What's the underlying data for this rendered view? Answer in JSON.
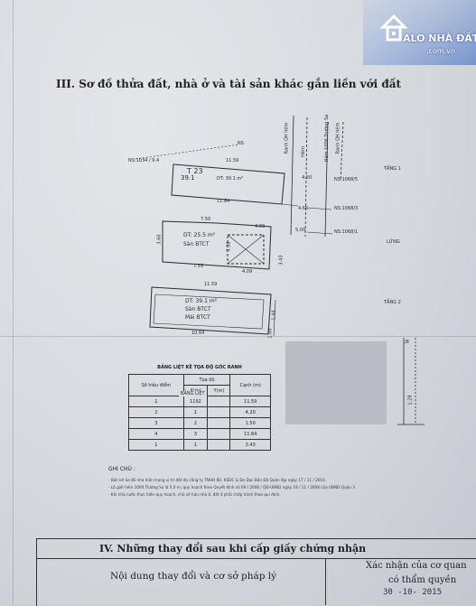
{
  "logo": {
    "brand": "ALO NHÀ ĐẤT",
    "domain": ".com.vn",
    "icon": "house-icon"
  },
  "section_title": "III. Sơ đồ thửa đất, nhà ở và tài sản khác gắn liền với đất",
  "plan": {
    "top_label": "NS",
    "lot_label": "T 23",
    "lot_value": "39.1",
    "dims": [
      "11.59",
      "4.20",
      "11.64",
      "4.65",
      "5.00",
      "3.60",
      "7.50",
      "4.09",
      "7.55",
      "4.09",
      "3.43",
      "11.59",
      "10.64",
      "1.00",
      "1.44"
    ],
    "neighbors": [
      "NS:1034 / 9.4",
      "NS:1068/5",
      "NS:1068/3",
      "NS:1068/1"
    ],
    "streets": [
      "Ranh QH hẻm",
      "Hẻm",
      "Hẻm 1006 Trường Sa",
      "Ranh QH hẻm"
    ],
    "floor_labels": [
      "TẦNG 1",
      "LỬNG",
      "TẦNG 2"
    ],
    "floor1": {
      "dt": "DT: 39.1 m²"
    },
    "mezz": {
      "dt": "DT: 25.5 m²",
      "san": "Sàn BTCT",
      "inner": "3.38"
    },
    "floor2": {
      "dt": "DT: 39.1 m²",
      "san": "Sàn BTCT",
      "mai": "Mái BTCT"
    },
    "right_marks": [
      "/8",
      "1.29"
    ]
  },
  "coord_table": {
    "title": "BẢNG LIỆT KÊ TỌA ĐỘ GÓC RANH",
    "headers": [
      "Số hiệu điểm",
      "X(m)",
      "Y(m)",
      "Cạnh (m)"
    ],
    "group_header": "Tọa độ",
    "rows": [
      [
        "1",
        "1192",
        "",
        "11.59"
      ],
      [
        "2",
        "1",
        "",
        "4.20"
      ],
      [
        "3",
        "2",
        "",
        "1.50"
      ],
      [
        "4",
        "3",
        "",
        "11.64"
      ],
      [
        "1",
        "1",
        "",
        "3.43"
      ]
    ],
    "overlay": "BẢNG LIỆT"
  },
  "notes": {
    "title": "GHI CHÚ :",
    "lines": [
      "- Bản kê Sơ đồ nhà hiện trạng vị trí đất do công ty TNHH BV, KSDC & Đo Đạc Bản Đồ Quận lập ngày 17 / 11 / 2014.",
      "- Lộ giới hẻm 1000 Trường Sa là 5.0 m, quy hoạch theo Quyết định số 69 / 2008 / QĐ-UBND ngày 18 / 11 / 2008 của UBND Quận 3.",
      "- Khi nhà nước thực hiện quy hoạch, chủ sở hữu nhà ở, đất ở phải chấp hành theo qui định."
    ]
  },
  "section4": {
    "title": "IV. Những thay đổi sau khi cấp giấy chứng nhận",
    "col_left": "Nội dung thay đổi và cơ sở pháp lý",
    "col_right_line1": "Xác nhận của cơ quan",
    "col_right_line2": "có thẩm quyền",
    "stamp_date": "30 -10- 2015"
  }
}
